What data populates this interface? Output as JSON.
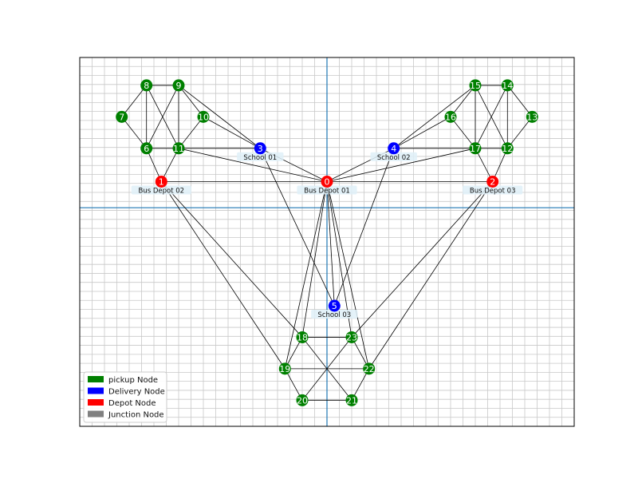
{
  "colors": {
    "pickup": "#008000",
    "delivery": "#0000ff",
    "depot": "#ff0000",
    "junction": "#808080",
    "edge": "#000000",
    "grid": "#c8c8c8",
    "axis": "#1f77b4",
    "tag_bg": "#dff0f8"
  },
  "legend": [
    {
      "type": "pickup",
      "label": "pickup Node"
    },
    {
      "type": "delivery",
      "label": "Delivery Node"
    },
    {
      "type": "depot",
      "label": "Depot Node"
    },
    {
      "type": "junction",
      "label": "Junction Node"
    }
  ],
  "nodes": [
    {
      "id": "0",
      "type": "depot",
      "name": "Bus Depot 01",
      "x": 0,
      "y": 5.2
    },
    {
      "id": "1",
      "type": "depot",
      "name": "Bus Depot 02",
      "x": -6.7,
      "y": 5.2
    },
    {
      "id": "2",
      "type": "depot",
      "name": "Bus Depot 03",
      "x": 6.7,
      "y": 5.2
    },
    {
      "id": "3",
      "type": "delivery",
      "name": "School 01",
      "x": -2.7,
      "y": 8.9
    },
    {
      "id": "4",
      "type": "delivery",
      "name": "School 02",
      "x": 2.7,
      "y": 8.9
    },
    {
      "id": "5",
      "type": "delivery",
      "name": "School 03",
      "x": 0.3,
      "y": -8.6
    },
    {
      "id": "6",
      "type": "pickup",
      "name": "",
      "x": -7.3,
      "y": 8.9
    },
    {
      "id": "7",
      "type": "pickup",
      "name": "",
      "x": -8.3,
      "y": 12.4
    },
    {
      "id": "8",
      "type": "pickup",
      "name": "",
      "x": -7.3,
      "y": 15.9
    },
    {
      "id": "9",
      "type": "pickup",
      "name": "",
      "x": -6.0,
      "y": 15.9
    },
    {
      "id": "10",
      "type": "pickup",
      "name": "",
      "x": -5.0,
      "y": 12.4
    },
    {
      "id": "11",
      "type": "pickup",
      "name": "",
      "x": -6.0,
      "y": 8.9
    },
    {
      "id": "12",
      "type": "pickup",
      "name": "",
      "x": 7.3,
      "y": 8.9
    },
    {
      "id": "13",
      "type": "pickup",
      "name": "",
      "x": 8.3,
      "y": 12.4
    },
    {
      "id": "14",
      "type": "pickup",
      "name": "",
      "x": 7.3,
      "y": 15.9
    },
    {
      "id": "15",
      "type": "pickup",
      "name": "",
      "x": 6.0,
      "y": 15.9
    },
    {
      "id": "16",
      "type": "pickup",
      "name": "",
      "x": 5.0,
      "y": 12.4
    },
    {
      "id": "17",
      "type": "pickup",
      "name": "",
      "x": 6.0,
      "y": 8.9
    },
    {
      "id": "18",
      "type": "pickup",
      "name": "",
      "x": -1.0,
      "y": -12.1
    },
    {
      "id": "19",
      "type": "pickup",
      "name": "",
      "x": -1.7,
      "y": -15.6
    },
    {
      "id": "20",
      "type": "pickup",
      "name": "",
      "x": -1.0,
      "y": -19.1
    },
    {
      "id": "21",
      "type": "pickup",
      "name": "",
      "x": 1.0,
      "y": -19.1
    },
    {
      "id": "22",
      "type": "pickup",
      "name": "",
      "x": 1.7,
      "y": -15.6
    },
    {
      "id": "23",
      "type": "pickup",
      "name": "",
      "x": 1.0,
      "y": -12.1
    }
  ],
  "edges": [
    [
      "0",
      "1"
    ],
    [
      "0",
      "2"
    ],
    [
      "0",
      "3"
    ],
    [
      "0",
      "4"
    ],
    [
      "0",
      "5"
    ],
    [
      "0",
      "11"
    ],
    [
      "0",
      "17"
    ],
    [
      "0",
      "18"
    ],
    [
      "0",
      "19"
    ],
    [
      "0",
      "22"
    ],
    [
      "0",
      "23"
    ],
    [
      "1",
      "6"
    ],
    [
      "1",
      "11"
    ],
    [
      "1",
      "18"
    ],
    [
      "1",
      "19"
    ],
    [
      "2",
      "12"
    ],
    [
      "2",
      "17"
    ],
    [
      "2",
      "22"
    ],
    [
      "2",
      "23"
    ],
    [
      "3",
      "9"
    ],
    [
      "3",
      "10"
    ],
    [
      "3",
      "11"
    ],
    [
      "3",
      "5"
    ],
    [
      "4",
      "15"
    ],
    [
      "4",
      "16"
    ],
    [
      "4",
      "17"
    ],
    [
      "4",
      "5"
    ],
    [
      "6",
      "7"
    ],
    [
      "6",
      "8"
    ],
    [
      "6",
      "9"
    ],
    [
      "6",
      "11"
    ],
    [
      "7",
      "8"
    ],
    [
      "8",
      "9"
    ],
    [
      "8",
      "11"
    ],
    [
      "9",
      "10"
    ],
    [
      "9",
      "11"
    ],
    [
      "10",
      "11"
    ],
    [
      "12",
      "13"
    ],
    [
      "12",
      "14"
    ],
    [
      "12",
      "15"
    ],
    [
      "12",
      "17"
    ],
    [
      "13",
      "14"
    ],
    [
      "14",
      "15"
    ],
    [
      "14",
      "17"
    ],
    [
      "15",
      "16"
    ],
    [
      "15",
      "17"
    ],
    [
      "16",
      "17"
    ],
    [
      "18",
      "19"
    ],
    [
      "18",
      "21"
    ],
    [
      "18",
      "23"
    ],
    [
      "19",
      "20"
    ],
    [
      "19",
      "22"
    ],
    [
      "20",
      "21"
    ],
    [
      "20",
      "23"
    ],
    [
      "21",
      "22"
    ],
    [
      "22",
      "23"
    ]
  ],
  "plot": {
    "xlim": [
      -10,
      10
    ],
    "ylim": [
      -22,
      19
    ],
    "grid_dx": 0.5,
    "grid_dy": 1,
    "axis_x": 0,
    "axis_y": 2.3
  }
}
